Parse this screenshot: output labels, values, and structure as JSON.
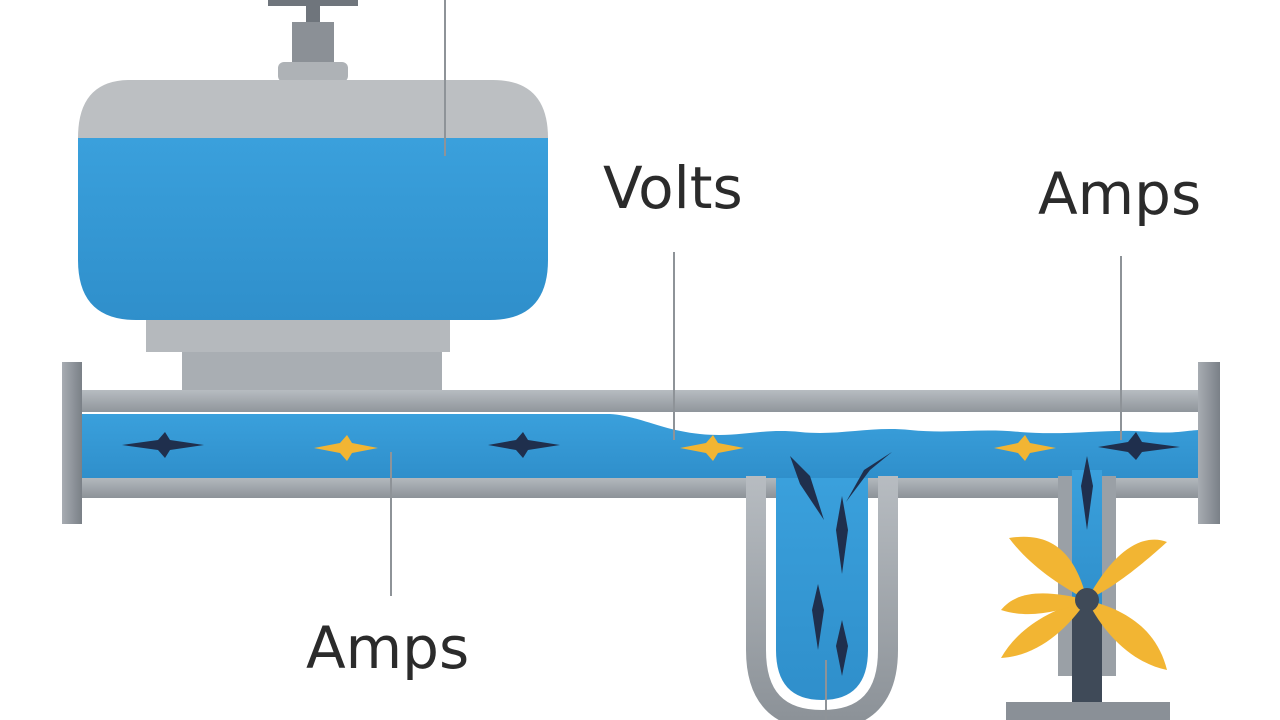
{
  "labels": {
    "volts": "Volts",
    "amps_top": "Amps",
    "amps_bottom": "Amps"
  },
  "colors": {
    "water": "#3396d3",
    "water_dark": "#2a7fba",
    "pipe": "#a9aeb4",
    "pipe_dark": "#7e848b",
    "tank_cap": "#b9bcbf",
    "charge_dark": "#1f2f4d",
    "charge_gold": "#f2b533",
    "turbine": "#f2b533",
    "leader": "#8e9398",
    "text": "#2b2b2b"
  },
  "icons": {
    "valve": "valve-icon",
    "turbine": "turbine-icon",
    "charge": "charge-spark-icon"
  }
}
